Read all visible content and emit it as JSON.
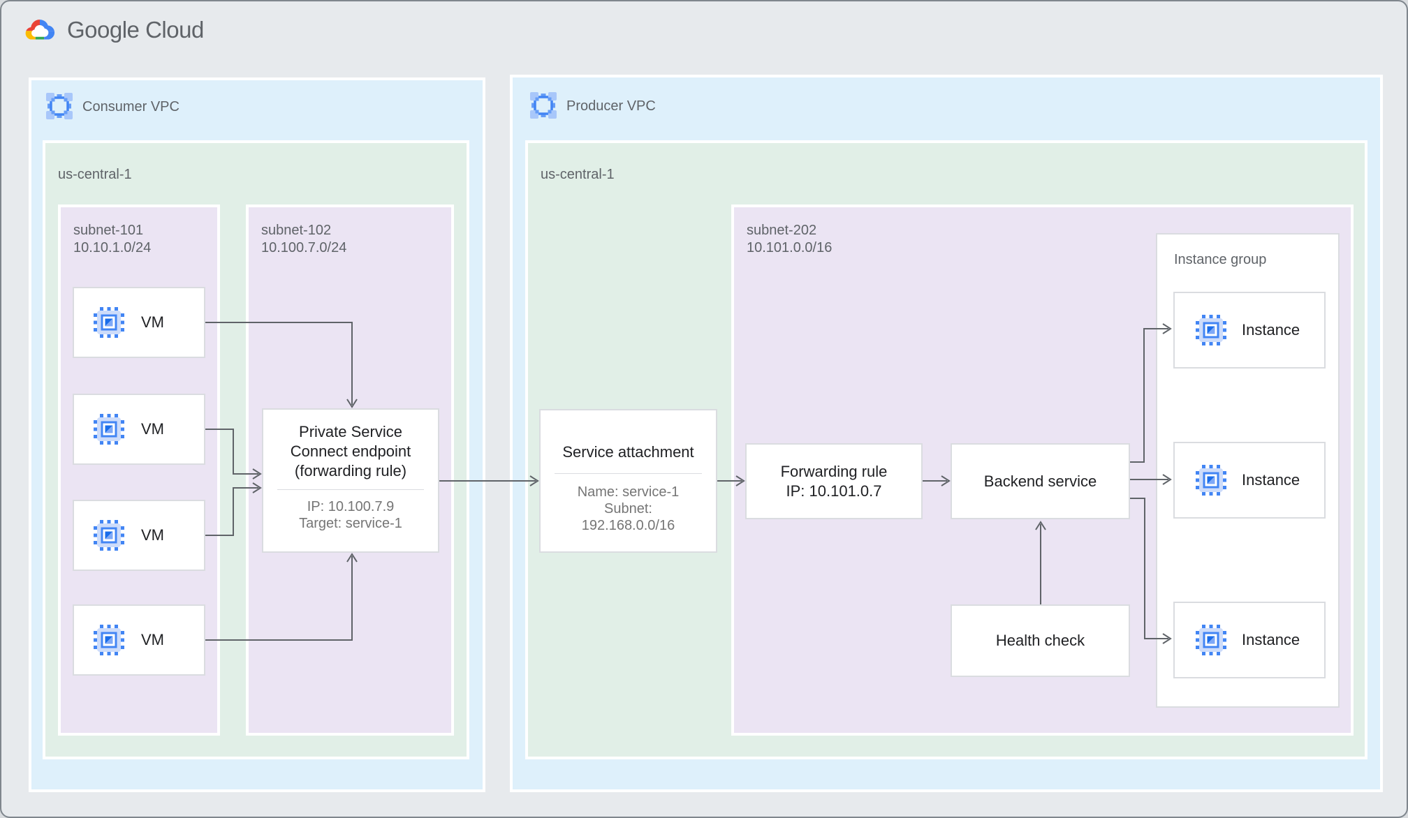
{
  "logo": {
    "text": "Google Cloud"
  },
  "consumer_vpc": {
    "label": "Consumer VPC",
    "region": {
      "label": "us-central-1"
    },
    "subnet_101": {
      "name": "subnet-101",
      "cidr": "10.10.1.0/24"
    },
    "subnet_102": {
      "name": "subnet-102",
      "cidr": "10.100.7.0/24"
    },
    "vms": [
      {
        "label": "VM"
      },
      {
        "label": "VM"
      },
      {
        "label": "VM"
      },
      {
        "label": "VM"
      }
    ],
    "endpoint": {
      "title": "Private Service Connect endpoint (forwarding rule)",
      "ip": "IP: 10.100.7.9",
      "target": "Target: service-1"
    }
  },
  "producer_vpc": {
    "label": "Producer VPC",
    "region": {
      "label": "us-central-1"
    },
    "service_attachment": {
      "title": "Service attachment",
      "name": "Name: service-1",
      "subnet_label": "Subnet:",
      "subnet_value": "192.168.0.0/16"
    },
    "subnet_202": {
      "name": "subnet-202",
      "cidr": "10.101.0.0/16"
    },
    "forwarding_rule": {
      "line1": "Forwarding rule",
      "line2": "IP: 10.101.0.7"
    },
    "backend_service": {
      "label": "Backend service"
    },
    "health_check": {
      "label": "Health check"
    },
    "instance_group": {
      "label": "Instance group",
      "instances": [
        {
          "label": "Instance"
        },
        {
          "label": "Instance"
        },
        {
          "label": "Instance"
        }
      ]
    }
  },
  "colors": {
    "page_bg": "#e7eaed",
    "vpc_bg": "#def0fb",
    "region_bg": "#e1efe7",
    "subnet_bg": "#ebe4f3",
    "node_border": "#dadce0",
    "arrow": "#5f6368",
    "label_gray": "#5f6368",
    "title_dark": "#202124",
    "brand_blue": "#4285f4",
    "brand_red": "#ea4335",
    "brand_yellow": "#fbbc04",
    "brand_green": "#34a853"
  }
}
